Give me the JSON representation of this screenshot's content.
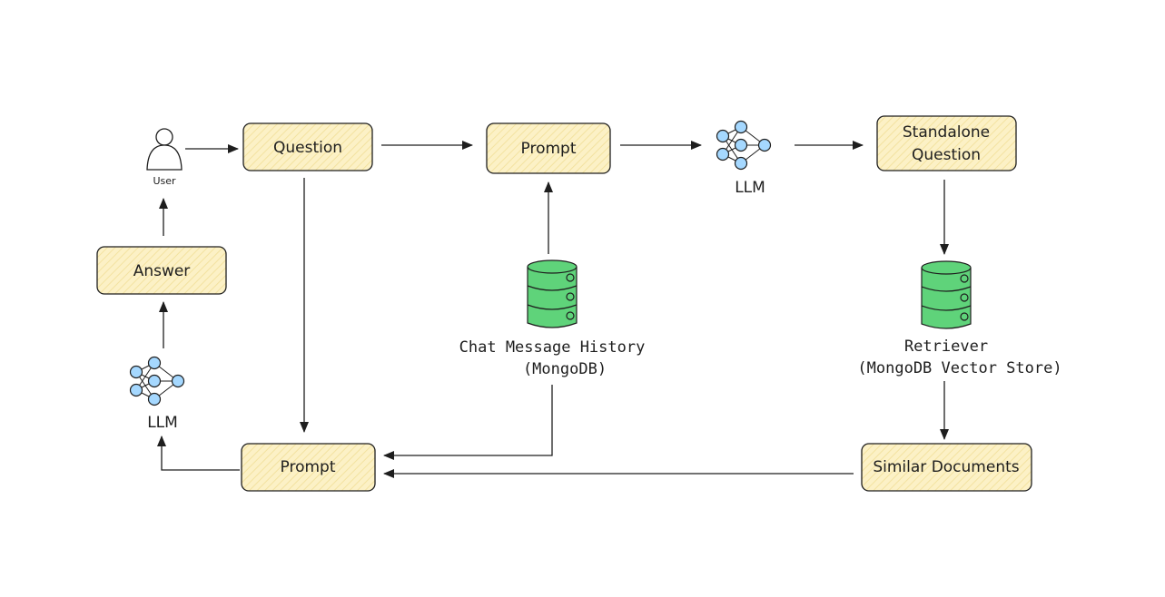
{
  "nodes": {
    "user": {
      "label": "User"
    },
    "question": {
      "label": "Question"
    },
    "prompt_top": {
      "label": "Prompt"
    },
    "llm_top": {
      "label": "LLM"
    },
    "standalone_question": {
      "label_line1": "Standalone",
      "label_line2": "Question"
    },
    "chat_history": {
      "label_line1": "Chat Message History",
      "label_line2": "(MongoDB)"
    },
    "retriever": {
      "label_line1": "Retriever",
      "label_line2": "(MongoDB Vector Store)"
    },
    "answer": {
      "label": "Answer"
    },
    "llm_bottom": {
      "label": "LLM"
    },
    "prompt_bottom": {
      "label": "Prompt"
    },
    "similar_documents": {
      "label": "Similar Documents"
    }
  },
  "colors": {
    "box_fill": "#fcf1c6",
    "box_stroke": "#1e1e1e",
    "database_green": "#5fd37a",
    "neuron_blue": "#a5d8ff",
    "stroke": "#1e1e1e"
  },
  "icons": {
    "user": "user-icon",
    "database": "database-icon",
    "neural_network": "neural-network-icon"
  }
}
